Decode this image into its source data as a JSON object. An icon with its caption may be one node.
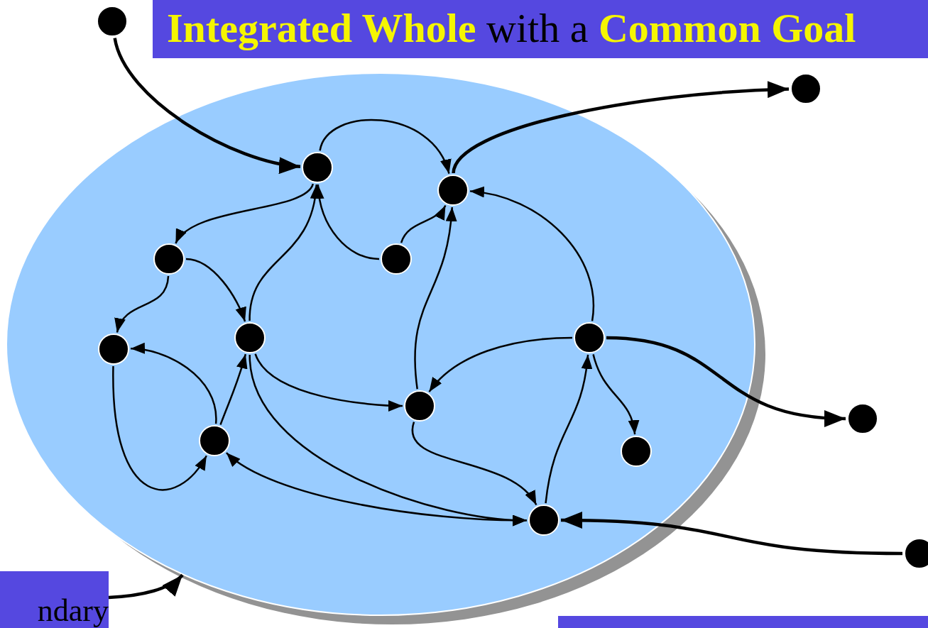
{
  "diagram": {
    "title": "**Integrated Whole** with a **Common Goal**",
    "nodes": [
      {
        "text": [],
        "shape": "circle"
      },
      {
        "text": [],
        "shape": "circle"
      },
      {
        "text": [],
        "shape": "ellipse"
      },
      {
        "text": [],
        "shape": "circle",
        "in": 2
      },
      {
        "text": [],
        "shape": "circle",
        "in": 2
      },
      {
        "text": [],
        "shape": "circle",
        "in": 2
      },
      {
        "text": [],
        "shape": "circle",
        "in": 2
      },
      {
        "text": [],
        "shape": "circle",
        "in": 2
      },
      {
        "text": [],
        "shape": "circle",
        "in": 2
      },
      {
        "text": [],
        "shape": "circle",
        "in": 2
      },
      {
        "text": [],
        "shape": "circle",
        "in": 2
      },
      {
        "text": [],
        "shape": "circle",
        "in": 2
      },
      {
        "text": [],
        "shape": "circle",
        "in": 2
      },
      {
        "text": [],
        "shape": "circle",
        "in": 2
      },
      {
        "text": [],
        "shape": "circle"
      },
      {
        "text": [],
        "shape": "circle"
      },
      {
        "text": [
          "ndary"
        ]
      },
      {
        "text": [],
        "shape": "box"
      }
    ],
    "edges": [
      {
        "from": 0,
        "to": 3,
        "arrow": "to",
        "style": "thick"
      },
      {
        "from": 3,
        "to": 4,
        "arrow": "to"
      },
      {
        "from": 4,
        "to": 1,
        "arrow": "to",
        "style": "thick"
      },
      {
        "from": 3,
        "to": 5,
        "arrow": "to"
      },
      {
        "from": 6,
        "to": 3,
        "arrow": "to"
      },
      {
        "from": 6,
        "to": 4,
        "arrow": "to"
      },
      {
        "from": 7,
        "to": 3,
        "arrow": "to"
      },
      {
        "from": 10,
        "to": 4,
        "arrow": "to"
      },
      {
        "from": 8,
        "to": 4,
        "arrow": "to"
      },
      {
        "from": 5,
        "to": 9,
        "arrow": "to"
      },
      {
        "from": 5,
        "to": 7,
        "arrow": "to"
      },
      {
        "from": 11,
        "to": 9,
        "arrow": "to"
      },
      {
        "from": 11,
        "to": 7,
        "arrow": "to"
      },
      {
        "from": 9,
        "to": 11,
        "arrow": "to"
      },
      {
        "from": 7,
        "to": 10,
        "arrow": "to"
      },
      {
        "from": 7,
        "to": 13,
        "arrow": "to"
      },
      {
        "from": 11,
        "to": 13,
        "arrow": "both"
      },
      {
        "from": 10,
        "to": 13,
        "arrow": "to"
      },
      {
        "from": 13,
        "to": 8,
        "arrow": "to"
      },
      {
        "from": 8,
        "to": 10,
        "arrow": "to"
      },
      {
        "from": 8,
        "to": 12,
        "arrow": "to"
      },
      {
        "from": 8,
        "to": 14,
        "arrow": "to",
        "style": "thick"
      },
      {
        "from": 15,
        "to": 13,
        "arrow": "to",
        "style": "thick"
      },
      {
        "from": 16,
        "to": 2,
        "arrow": "to",
        "style": "thick"
      }
    ]
  }
}
